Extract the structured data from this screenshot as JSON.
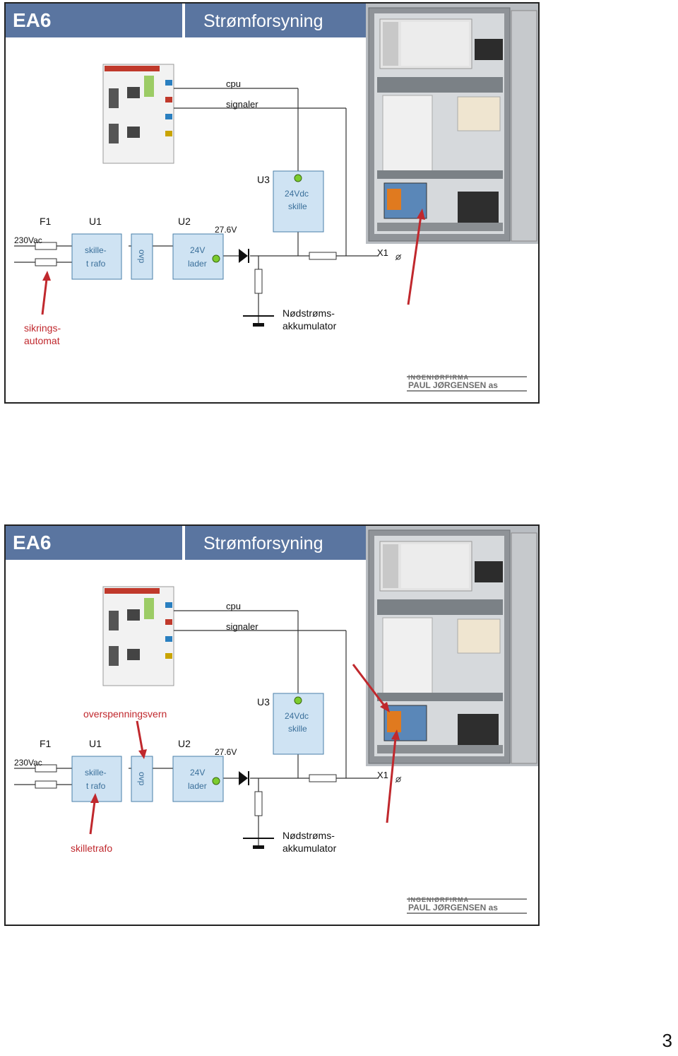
{
  "page_number": "3",
  "colors": {
    "header_bg": "#5a75a0",
    "box_fill": "#cfe3f3",
    "box_stroke": "#4a7fa8",
    "led_green": "#7ccc2e",
    "annotation_red": "#c0282d"
  },
  "logo": {
    "line1": "INGENIØRFIRMA",
    "line2": "PAUL JØRGENSEN as"
  },
  "slides": [
    {
      "code": "EA6",
      "title": "Strømforsyning",
      "labels": {
        "cpu": "cpu",
        "signaler": "signaler",
        "f1": "F1",
        "u1": "U1",
        "u2": "U2",
        "u3": "U3",
        "vac": "230Vac",
        "v276": "27.6V",
        "x1": "X1",
        "ovp": "ovp",
        "skille1": "skille-",
        "skille2": "t rafo",
        "lader1": "24V",
        "lader2": "lader",
        "u3box1": "24Vdc",
        "u3box2": "skille",
        "batt1": "Nødstrøms-",
        "batt2": "akkumulator"
      },
      "annotations": [
        "sikrings-",
        "automat"
      ]
    },
    {
      "code": "EA6",
      "title": "Strømforsyning",
      "labels": {
        "cpu": "cpu",
        "signaler": "signaler",
        "f1": "F1",
        "u1": "U1",
        "u2": "U2",
        "u3": "U3",
        "vac": "230Vac",
        "v276": "27.6V",
        "x1": "X1",
        "ovp": "ovp",
        "skille1": "skille-",
        "skille2": "t rafo",
        "lader1": "24V",
        "lader2": "lader",
        "u3box1": "24Vdc",
        "u3box2": "skille",
        "batt1": "Nødstrøms-",
        "batt2": "akkumulator"
      },
      "annotations": [
        "overspenningsvern",
        "skilletrafo"
      ]
    }
  ]
}
